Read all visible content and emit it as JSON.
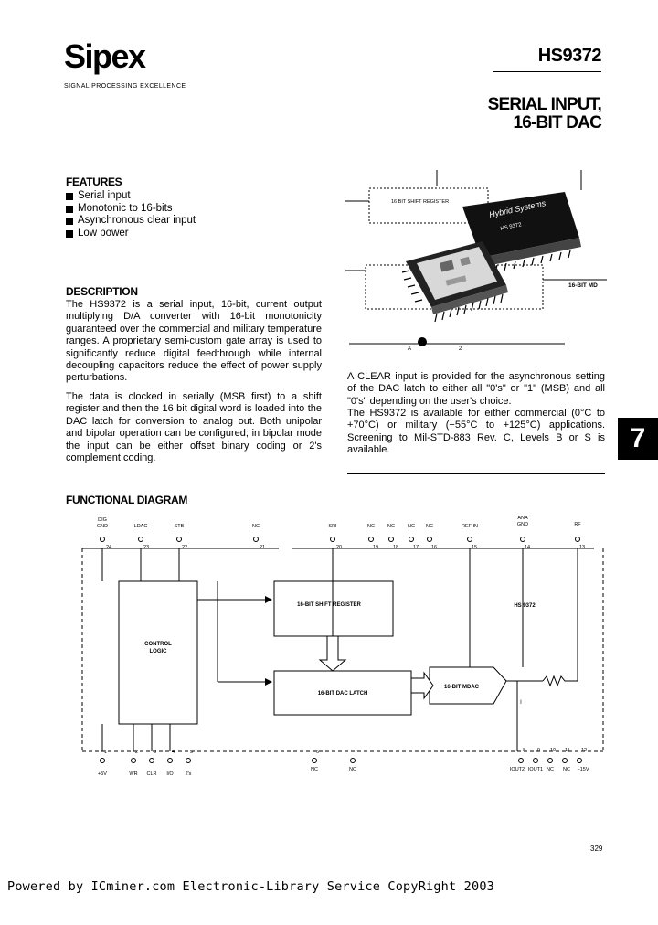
{
  "header": {
    "logo": "Sipex",
    "logo_tagline": "SIGNAL PROCESSING EXCELLENCE",
    "part_number": "HS9372",
    "title_line1": "SERIAL INPUT,",
    "title_line2": "16-BIT DAC"
  },
  "features": {
    "heading": "FEATURES",
    "items": [
      "Serial input",
      "Monotonic to 16-bits",
      "Asynchronous clear input",
      "Low power"
    ]
  },
  "description": {
    "heading": "DESCRIPTION",
    "para1": "The HS9372 is a serial input, 16-bit, current output multiplying D/A converter with 16-bit monotonicity guaranteed over the commercial and military temperature ranges. A proprietary semi-custom gate array is used to significantly reduce digital feedthrough while internal decoupling capacitors reduce the effect of power supply perturbations.",
    "para2": "The data is clocked in serially (MSB first) to a shift register and then the 16 bit digital word is loaded into the DAC latch for conversion to analog out. Both unipolar and bipolar operation can be configured; in bipolar mode the input can be either offset binary coding or 2's complement coding.",
    "para3": "A CLEAR input is provided for the asynchronous setting of the DAC latch to either all \"0's\" or \"1\" (MSB) and all \"0's\" depending on the user's choice.",
    "para4": "The HS9372 is available for either commercial (0°C to +70°C) or military (−55°C to +125°C) applications. Screening to Mil-STD-883 Rev. C, Levels B or S is available."
  },
  "photo": {
    "shift_register_label": "16 BIT SHIFT REGISTER",
    "mdac_label": "16-BIT MD",
    "chip_brand": "Hybrid Systems",
    "chip_part": "HS 9372",
    "label_a": "A",
    "label_2": "2"
  },
  "tab_number": "7",
  "diagram": {
    "heading": "FUNCTIONAL DIAGRAM",
    "top_pins": [
      {
        "name": "DIG GND",
        "num": "24"
      },
      {
        "name": "LDAC",
        "num": "23"
      },
      {
        "name": "STB",
        "num": "22"
      },
      {
        "name": "NC",
        "num": "21"
      },
      {
        "name": "SRI",
        "num": "20"
      },
      {
        "name": "NC",
        "num": "19"
      },
      {
        "name": "NC",
        "num": "18"
      },
      {
        "name": "NC",
        "num": "17"
      },
      {
        "name": "NC",
        "num": "16"
      },
      {
        "name": "REF IN",
        "num": "15"
      },
      {
        "name": "ANA GND",
        "num": "14"
      },
      {
        "name": "RF",
        "num": "13"
      }
    ],
    "bottom_pins": [
      {
        "name": "+5V",
        "num": "1"
      },
      {
        "name": "WR",
        "num": "2"
      },
      {
        "name": "CLR",
        "num": "3"
      },
      {
        "name": "I/O",
        "num": "4"
      },
      {
        "name": "2's",
        "num": "5"
      },
      {
        "name": "NC",
        "num": "6"
      },
      {
        "name": "NC",
        "num": "7"
      },
      {
        "name": "IOUT2",
        "num": "8"
      },
      {
        "name": "IOUT1",
        "num": "9"
      },
      {
        "name": "NC",
        "num": "10"
      },
      {
        "name": "NC",
        "num": "11"
      },
      {
        "name": "−15V",
        "num": "12"
      }
    ],
    "control_logic": "CONTROL LOGIC",
    "shift_register": "16-BIT SHIFT REGISTER",
    "dac_latch": "16-BIT DAC LATCH",
    "mdac": "16-BIT MDAC",
    "device": "HS 9372",
    "output_mark": "I"
  },
  "page_number": "329",
  "footer": "Powered by ICminer.com Electronic-Library Service CopyRight 2003"
}
